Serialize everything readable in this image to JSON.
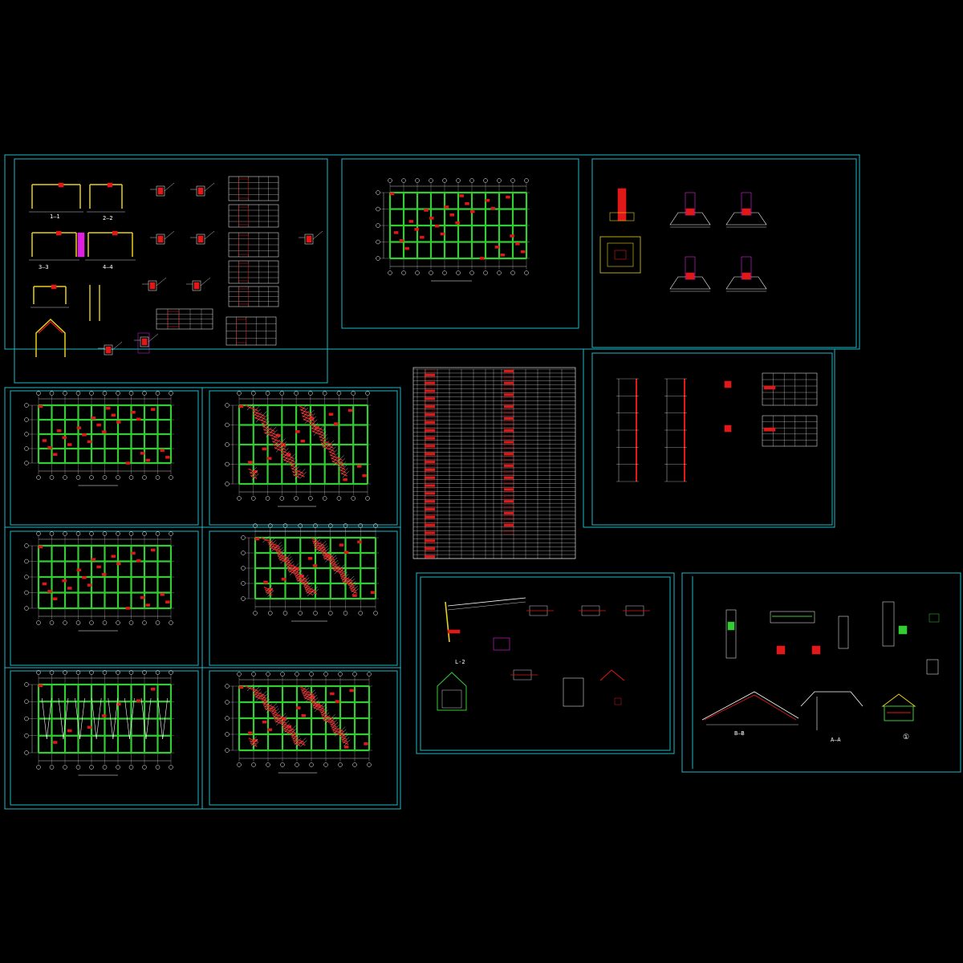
{
  "drawing": {
    "background": "#000000",
    "frame_color": "#1fb8c8",
    "beam_color": "#33cc33",
    "rebar_color": "#e01818",
    "column_color": "#e01818",
    "dim_color": "#ffffff",
    "accent_magenta": "#e020e0",
    "accent_yellow": "#e8d020",
    "accent_cyan": "#20d0e0"
  },
  "sheets": [
    {
      "id": "detail-sections",
      "kind": "details"
    },
    {
      "id": "foundation-plan",
      "kind": "plan"
    },
    {
      "id": "footing-details",
      "kind": "details"
    },
    {
      "id": "schedule-table",
      "kind": "table"
    },
    {
      "id": "column-elevations",
      "kind": "details"
    },
    {
      "id": "plan-1",
      "kind": "plan"
    },
    {
      "id": "plan-2",
      "kind": "plan"
    },
    {
      "id": "plan-3",
      "kind": "plan"
    },
    {
      "id": "plan-4",
      "kind": "plan"
    },
    {
      "id": "plan-5",
      "kind": "plan"
    },
    {
      "id": "plan-6",
      "kind": "plan"
    },
    {
      "id": "roof-details",
      "kind": "details"
    },
    {
      "id": "section-details",
      "kind": "details"
    }
  ],
  "labels": {
    "section_bb": "B—B",
    "section_aa": "A—A",
    "axis_1": "①",
    "lbl_1_1": "1—1",
    "lbl_2_2": "2—2",
    "lbl_3_3": "3—3",
    "lbl_4_4": "4—4",
    "lbl_l2": "L-2"
  }
}
